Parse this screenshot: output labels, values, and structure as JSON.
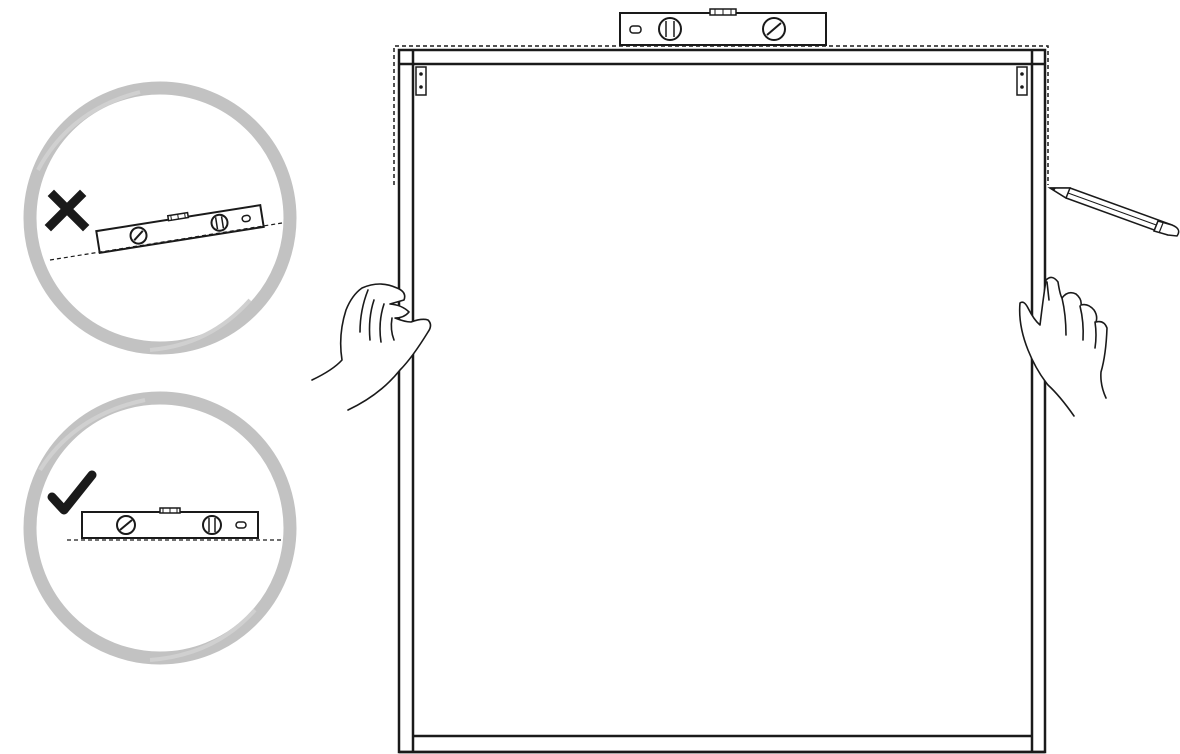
{
  "illustration": {
    "subject": "mount-frame-level-instruction",
    "panels": [
      {
        "name": "incorrect-panel",
        "status": "incorrect",
        "icon": "cross-icon"
      },
      {
        "name": "correct-panel",
        "status": "correct",
        "icon": "check-icon"
      }
    ],
    "colors": {
      "ink": "#1a1a1a",
      "circle": "#c2c2c2",
      "paper": "#ffffff"
    },
    "icons": [
      "level-icon",
      "pencil-icon",
      "hand-icon",
      "cross-icon",
      "check-icon",
      "bracket-icon"
    ]
  }
}
